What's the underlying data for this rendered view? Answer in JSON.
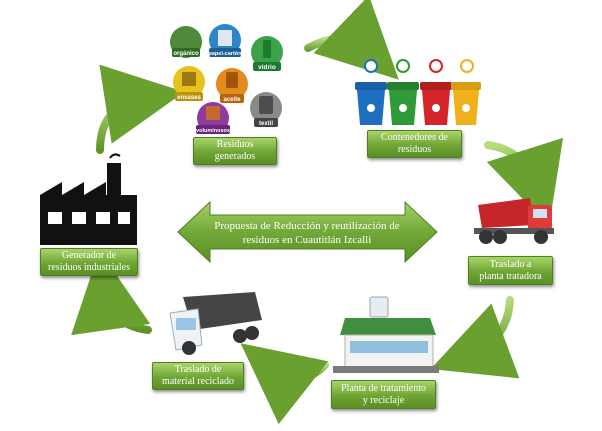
{
  "center_banner": {
    "line1": "Propuesta de Reducción y reutilización de",
    "line2": "residuos en Cuautitlán Izcalli"
  },
  "steps": {
    "residuos_generados": {
      "line1": "Residuos",
      "line2": "generados"
    },
    "contenedores": {
      "line1": "Contenedores de",
      "line2": "residuos"
    },
    "traslado_planta": {
      "line1": "Traslado a",
      "line2": "planta tratadora"
    },
    "planta": {
      "line1": "Planta de tratamiento",
      "line2": "y reciclaje"
    },
    "traslado_material": {
      "line1": "Traslado de",
      "line2": "material reciclado"
    },
    "generador": {
      "line1": "Generador de",
      "line2": "residuos industriales"
    }
  },
  "waste_types": [
    {
      "name": "orgánico",
      "color": "#4f8a3a"
    },
    {
      "name": "papel-cartón",
      "color": "#2e86c9"
    },
    {
      "name": "vidrio",
      "color": "#3aa34a"
    },
    {
      "name": "envases",
      "color": "#e7c21f"
    },
    {
      "name": "aceite",
      "color": "#e58a1f"
    },
    {
      "name": "textil",
      "color": "#8a8a8a"
    },
    {
      "name": "voluminosos",
      "color": "#8e3aa0"
    }
  ],
  "colors": {
    "accent_green": "#6fa534",
    "bin_blue": "#1f6fc1",
    "bin_green": "#2e9a3a",
    "bin_red": "#d4262a",
    "bin_yellow": "#f0b21c"
  }
}
